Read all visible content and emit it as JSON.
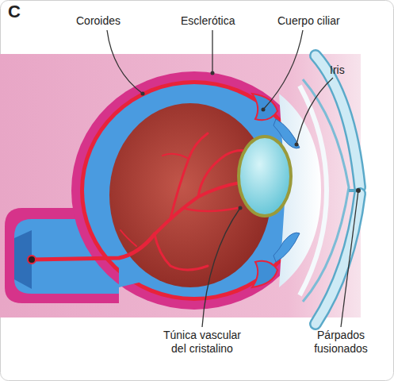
{
  "diagram": {
    "labels": [
      "C",
      "Coroides",
      "Esclerótica",
      "Cuerpo ciliar",
      "Iris",
      "Túnica vascular del cristalino",
      "Párpados fusionados"
    ]
  }
}
